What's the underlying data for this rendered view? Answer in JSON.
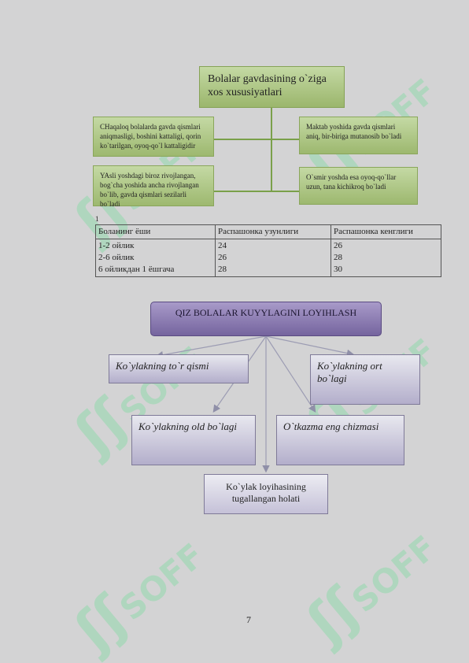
{
  "watermark": {
    "mark": "ʃʃ",
    "text": "SOFF"
  },
  "diagram1": {
    "title": "Bolalar gavdasining o`ziga xos xususiyatlari",
    "boxes": [
      "CHaqaloq bolalarda gavda qismlari aniqmasligi, boshini kattaligi, qorin ko`tarilgan, oyoq-qo`l kattaligidir",
      "Maktab yoshida gavda qismlari aniq, bir-biriga mutanosib bo`ladi",
      "YAsli yoshdagi biroz rivojlangan, bog`cha yoshida ancha rivojlangan bo`lib, gavda qismlari sezilarli bo`ladi",
      "O`smir yoshda esa oyoq-qo`llar uzun, tana kichikroq bo`ladi"
    ]
  },
  "table": {
    "marker": "1",
    "headers": [
      "Боланинг ёши",
      "Распашонка узунлиги",
      "Распашонка кенглиги"
    ],
    "ages": [
      "1-2 ойлик",
      "2-6 ойлик",
      "6 ойликдан 1 ёшгача"
    ],
    "lengths": [
      "24",
      "26",
      "28"
    ],
    "widths": [
      "26",
      "28",
      "30"
    ]
  },
  "diagram2": {
    "title": "QIZ BOLALAR KUYYLAGINI LOYIHLASH",
    "boxes": [
      "Ko`ylakning to`r qismi",
      "Ko`ylakning ort bo`lagi",
      "Ko`ylakning old bo`lagi",
      "O`tkazma eng chizmasi"
    ],
    "final": "Ko`ylak loyihasining tugallangan holati"
  },
  "page_number": "7"
}
